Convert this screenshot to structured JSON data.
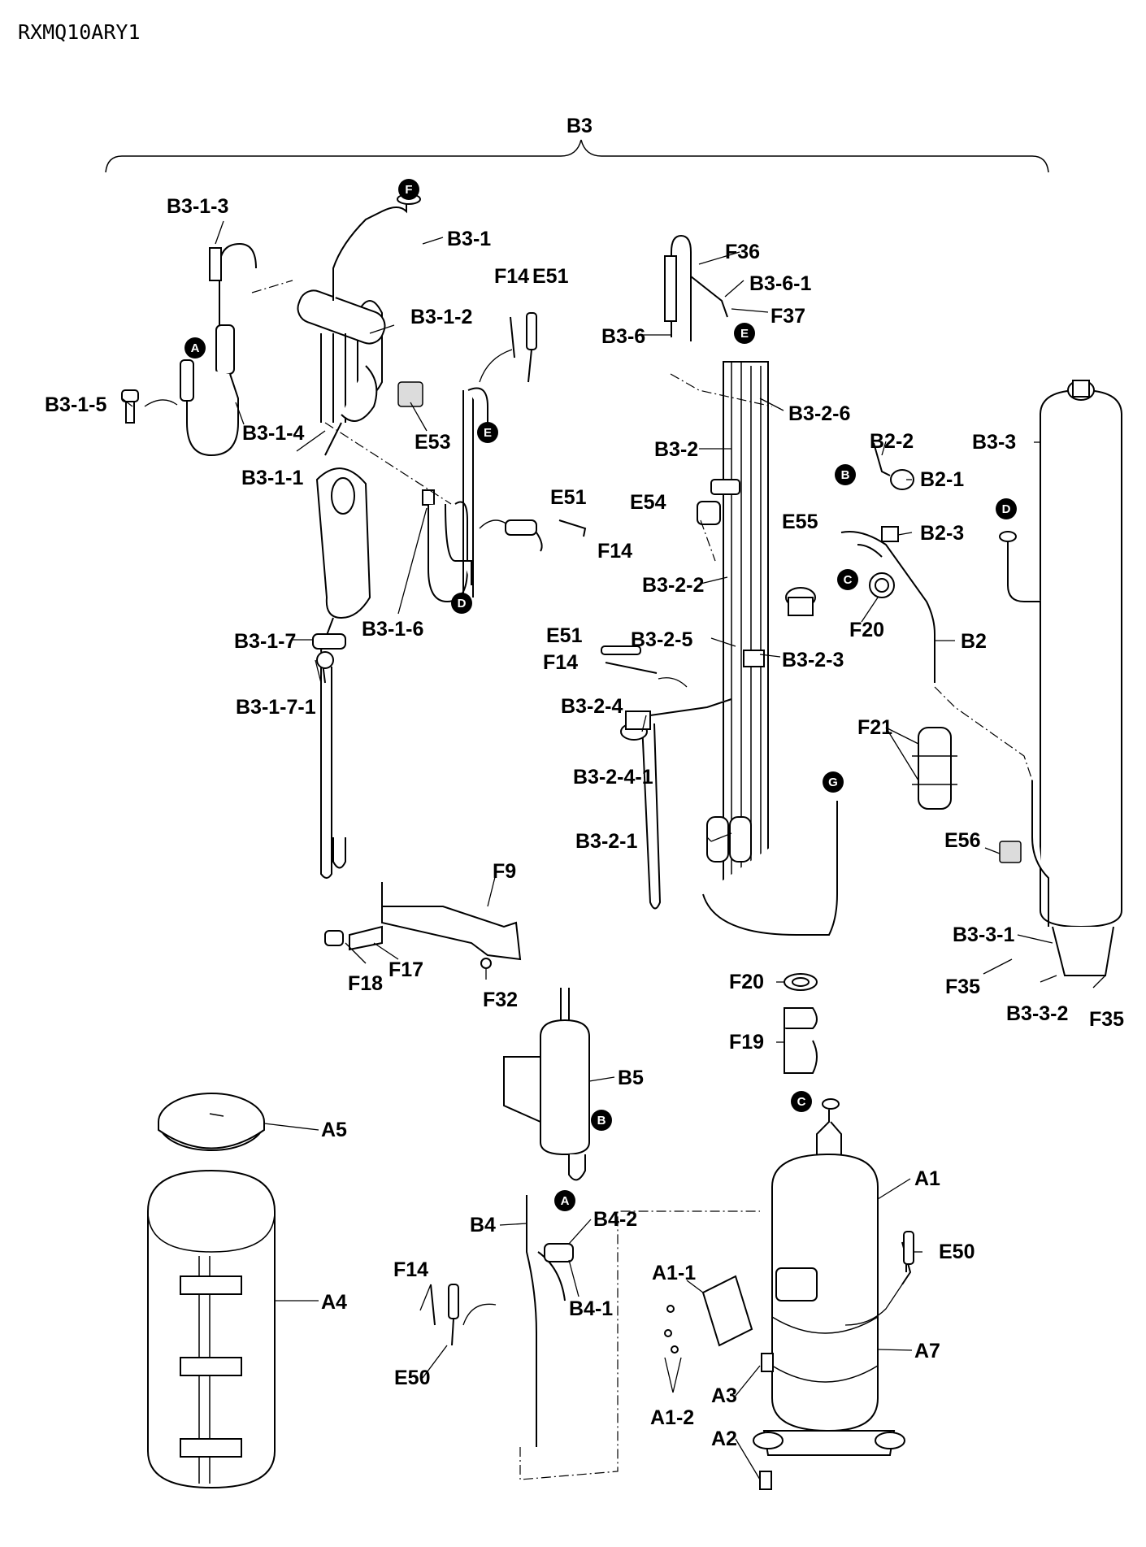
{
  "model": "RXMQ10ARY1",
  "group_label": "B3",
  "labels": {
    "b3_1_3": "B3-1-3",
    "b3_1": "B3-1",
    "b3_1_2": "B3-1-2",
    "b3_1_5": "B3-1-5",
    "b3_1_4": "B3-1-4",
    "b3_1_1": "B3-1-1",
    "e53": "E53",
    "b3_1_6": "B3-1-6",
    "b3_1_7": "B3-1-7",
    "b3_1_7_1": "B3-1-7-1",
    "f14_a": "F14",
    "e51_a": "E51",
    "e51_b": "E51",
    "f14_b": "F14",
    "f36": "F36",
    "b3_6_1": "B3-6-1",
    "f37": "F37",
    "b3_6": "B3-6",
    "b3_2_6": "B3-2-6",
    "b3_2": "B3-2",
    "e54": "E54",
    "b3_2_2": "B3-2-2",
    "e55": "E55",
    "b3_2_5": "B3-2-5",
    "e51_c": "E51",
    "f14_c": "F14",
    "b3_2_3": "B3-2-3",
    "b3_2_4": "B3-2-4",
    "b3_2_4_1": "B3-2-4-1",
    "b3_2_1": "B3-2-1",
    "b2_2": "B2-2",
    "b2_1": "B2-1",
    "b2_3": "B2-3",
    "f20_a": "F20",
    "b2": "B2",
    "f21": "F21",
    "b3_3": "B3-3",
    "e56": "E56",
    "b3_3_1": "B3-3-1",
    "f35_a": "F35",
    "b3_3_2": "B3-3-2",
    "f35_b": "F35",
    "f9": "F9",
    "f17": "F17",
    "f18": "F18",
    "f32": "F32",
    "f20_b": "F20",
    "f19": "F19",
    "b5": "B5",
    "a5": "A5",
    "a4": "A4",
    "a1": "A1",
    "e50_a": "E50",
    "b4": "B4",
    "b4_2": "B4-2",
    "b4_1": "B4-1",
    "f14_d": "F14",
    "e50_b": "E50",
    "a1_1": "A1-1",
    "a7": "A7",
    "a3": "A3",
    "a1_2": "A1-2",
    "a2": "A2"
  },
  "markers": {
    "f": "F",
    "a_top": "A",
    "e_top": "E",
    "e_mid": "E",
    "d_mid": "D",
    "b_right": "B",
    "d_right": "D",
    "c_right": "C",
    "g": "G",
    "b_low": "B",
    "a_low": "A",
    "c_low": "C"
  }
}
